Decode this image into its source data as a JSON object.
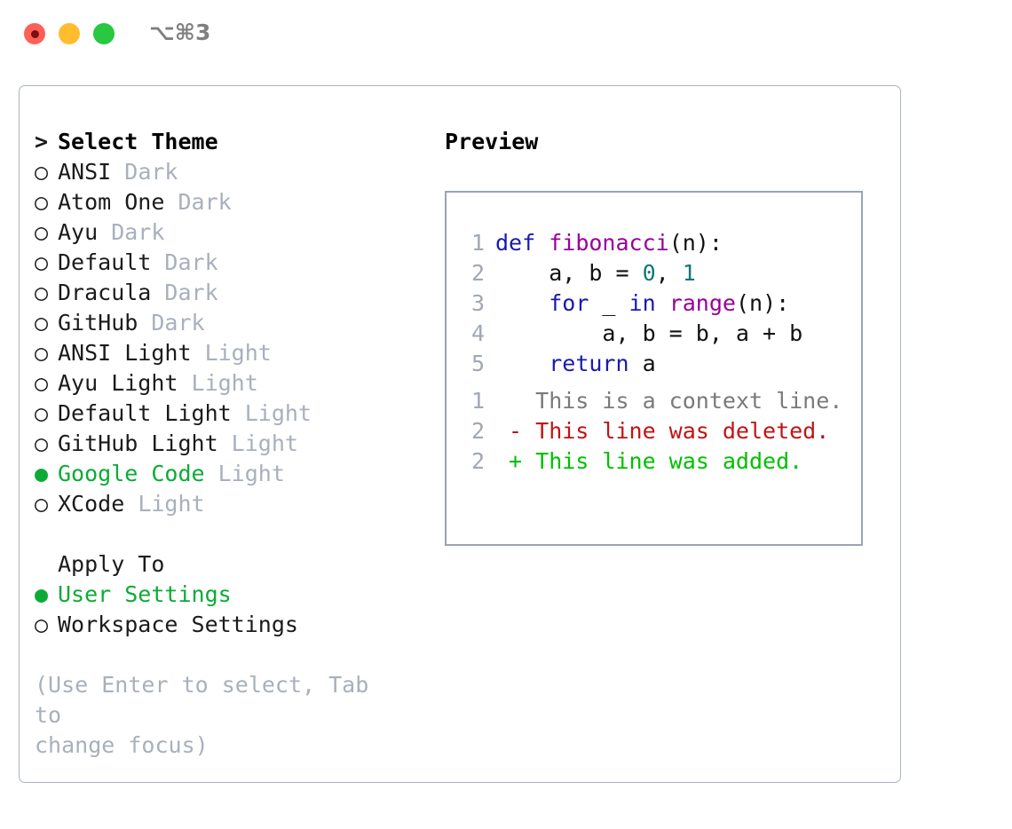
{
  "titlebar": {
    "shortcut": "⌥⌘3",
    "lights": [
      {
        "name": "close",
        "color": "#ff5f57"
      },
      {
        "name": "minimize",
        "color": "#ffbd2e"
      },
      {
        "name": "maximize",
        "color": "#28c840"
      }
    ]
  },
  "colors": {
    "selected_green": "#0cab37",
    "variant_gray": "#a8b0bd",
    "hint_gray": "#a8b0bd",
    "panel_border": "#aab3c0",
    "preview_border": "#9aa4b5",
    "keyword_blue": "#1a1aae",
    "function_purple": "#990099",
    "number_teal": "#117777",
    "linenumber_gray": "#a0a8b4",
    "diff_context": "#7a7a7a",
    "diff_deleted": "#c01414",
    "diff_added": "#00c000"
  },
  "theme_list": {
    "title": "Select Theme",
    "prompt_marker": ">",
    "selected_marker": "●",
    "unselected_marker": "○",
    "items": [
      {
        "name": "ANSI",
        "variant": "Dark",
        "selected": false
      },
      {
        "name": "Atom One",
        "variant": "Dark",
        "selected": false
      },
      {
        "name": "Ayu",
        "variant": "Dark",
        "selected": false
      },
      {
        "name": "Default",
        "variant": "Dark",
        "selected": false
      },
      {
        "name": "Dracula",
        "variant": "Dark",
        "selected": false
      },
      {
        "name": "GitHub",
        "variant": "Dark",
        "selected": false
      },
      {
        "name": "ANSI Light",
        "variant": "Light",
        "selected": false
      },
      {
        "name": "Ayu Light",
        "variant": "Light",
        "selected": false
      },
      {
        "name": "Default Light",
        "variant": "Light",
        "selected": false
      },
      {
        "name": "GitHub Light",
        "variant": "Light",
        "selected": false
      },
      {
        "name": "Google Code",
        "variant": "Light",
        "selected": true
      },
      {
        "name": "XCode",
        "variant": "Light",
        "selected": false
      }
    ]
  },
  "apply_to": {
    "title": "Apply To",
    "options": [
      {
        "label": "User Settings",
        "selected": true
      },
      {
        "label": "Workspace Settings",
        "selected": false
      }
    ]
  },
  "hint": {
    "line1": "(Use Enter to select, Tab to",
    "line2": "change focus)"
  },
  "preview": {
    "title": "Preview",
    "code": [
      {
        "lnum": "1",
        "tokens": [
          {
            "t": "def ",
            "c": "kw"
          },
          {
            "t": "fibonacci",
            "c": "fn"
          },
          {
            "t": "(n):",
            "c": "plain"
          }
        ]
      },
      {
        "lnum": "2",
        "tokens": [
          {
            "t": "    a, b = ",
            "c": "plain"
          },
          {
            "t": "0",
            "c": "num"
          },
          {
            "t": ", ",
            "c": "plain"
          },
          {
            "t": "1",
            "c": "num"
          }
        ]
      },
      {
        "lnum": "3",
        "tokens": [
          {
            "t": "    ",
            "c": "plain"
          },
          {
            "t": "for",
            "c": "kw"
          },
          {
            "t": " _ ",
            "c": "plain"
          },
          {
            "t": "in",
            "c": "kw"
          },
          {
            "t": " ",
            "c": "plain"
          },
          {
            "t": "range",
            "c": "fn"
          },
          {
            "t": "(n):",
            "c": "plain"
          }
        ]
      },
      {
        "lnum": "4",
        "tokens": [
          {
            "t": "        a, b = b, a + b",
            "c": "plain"
          }
        ]
      },
      {
        "lnum": "5",
        "tokens": [
          {
            "t": "    ",
            "c": "plain"
          },
          {
            "t": "return",
            "c": "kw"
          },
          {
            "t": " a",
            "c": "plain"
          }
        ]
      }
    ],
    "diff": [
      {
        "lnum": "1",
        "sign": " ",
        "text": "This is a context line.",
        "kind": "diff-ctx"
      },
      {
        "lnum": "2",
        "sign": "-",
        "text": "This line was deleted.",
        "kind": "diff-del"
      },
      {
        "lnum": "2",
        "sign": "+",
        "text": "This line was added.",
        "kind": "diff-add"
      }
    ]
  }
}
